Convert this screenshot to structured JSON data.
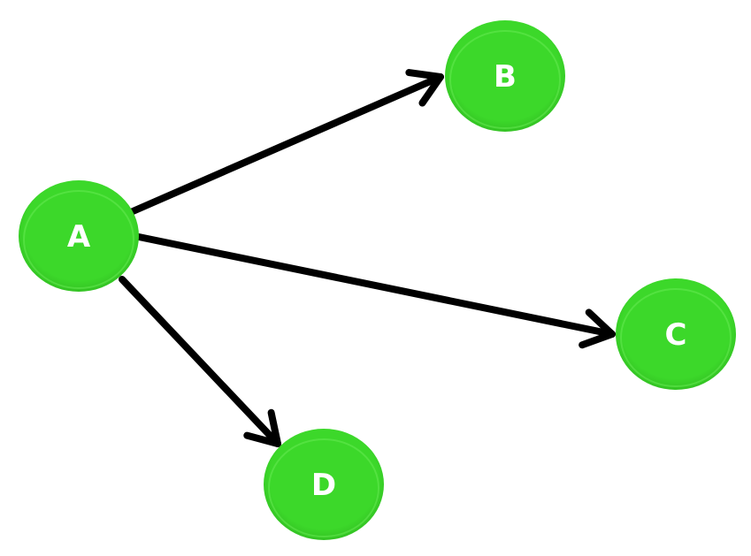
{
  "diagram": {
    "type": "directed-graph",
    "colors": {
      "node_fill": "#3cd82a",
      "node_highlight": "#6ff05c",
      "node_shade": "#2fb820",
      "edge": "#000000",
      "label": "#ffffff"
    },
    "nodes": [
      {
        "id": "A",
        "label": "A"
      },
      {
        "id": "B",
        "label": "B"
      },
      {
        "id": "C",
        "label": "C"
      },
      {
        "id": "D",
        "label": "D"
      }
    ],
    "edges": [
      {
        "from": "A",
        "to": "B"
      },
      {
        "from": "A",
        "to": "C"
      },
      {
        "from": "A",
        "to": "D"
      }
    ]
  }
}
